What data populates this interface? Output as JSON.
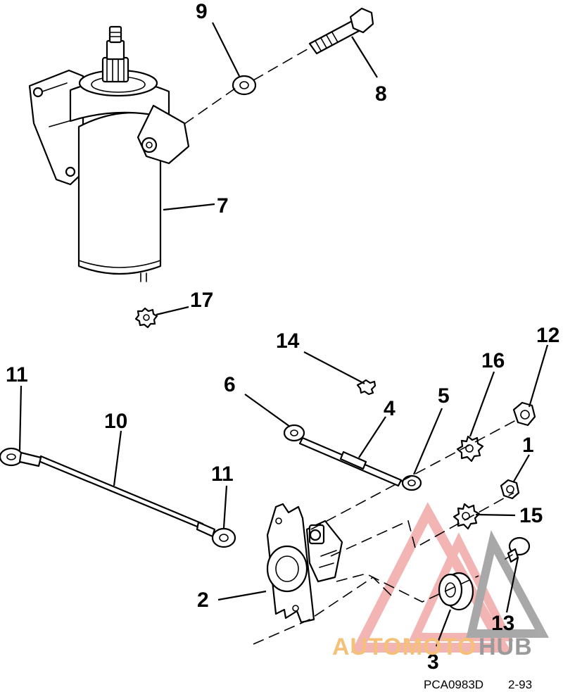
{
  "callouts": {
    "c1": "1",
    "c2": "2",
    "c3": "3",
    "c4": "4",
    "c5": "5",
    "c6": "6",
    "c7": "7",
    "c8": "8",
    "c9": "9",
    "c10": "10",
    "c11a": "11",
    "c11b": "11",
    "c12": "12",
    "c13": "13",
    "c14": "14",
    "c15": "15",
    "c16": "16",
    "c17": "17"
  },
  "footer": {
    "code": "PCA0983D",
    "date": "2-93"
  },
  "watermark": {
    "part1": "AUTOMOTO",
    "part2": "HUB",
    "color_primary": "#f2a7a7",
    "color_secondary": "#9a9a9a",
    "color_text": "#f4c07a"
  }
}
